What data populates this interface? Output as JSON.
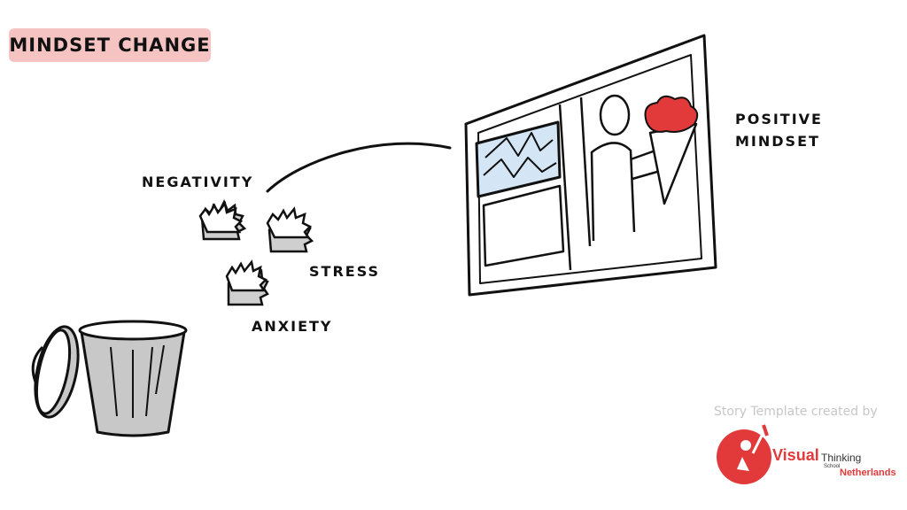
{
  "title": "MINDSET CHANGE",
  "labels": {
    "negativity": "NEGATIVITY",
    "stress": "STRESS",
    "anxiety": "ANXIETY",
    "positive_line1": "POSITIVE",
    "positive_line2": "MINDSET"
  },
  "credit": {
    "text": "Story Template created by",
    "logo_word1": "Visual",
    "logo_word2": "Thinking",
    "logo_word3": "School",
    "logo_word4": "Netherlands"
  },
  "colors": {
    "title_bg": "#f6c3c3",
    "accent_red": "#e23a3a",
    "ink": "#111111",
    "bin_fill": "#c8c8c8",
    "window_blue": "#d4e6f5"
  }
}
